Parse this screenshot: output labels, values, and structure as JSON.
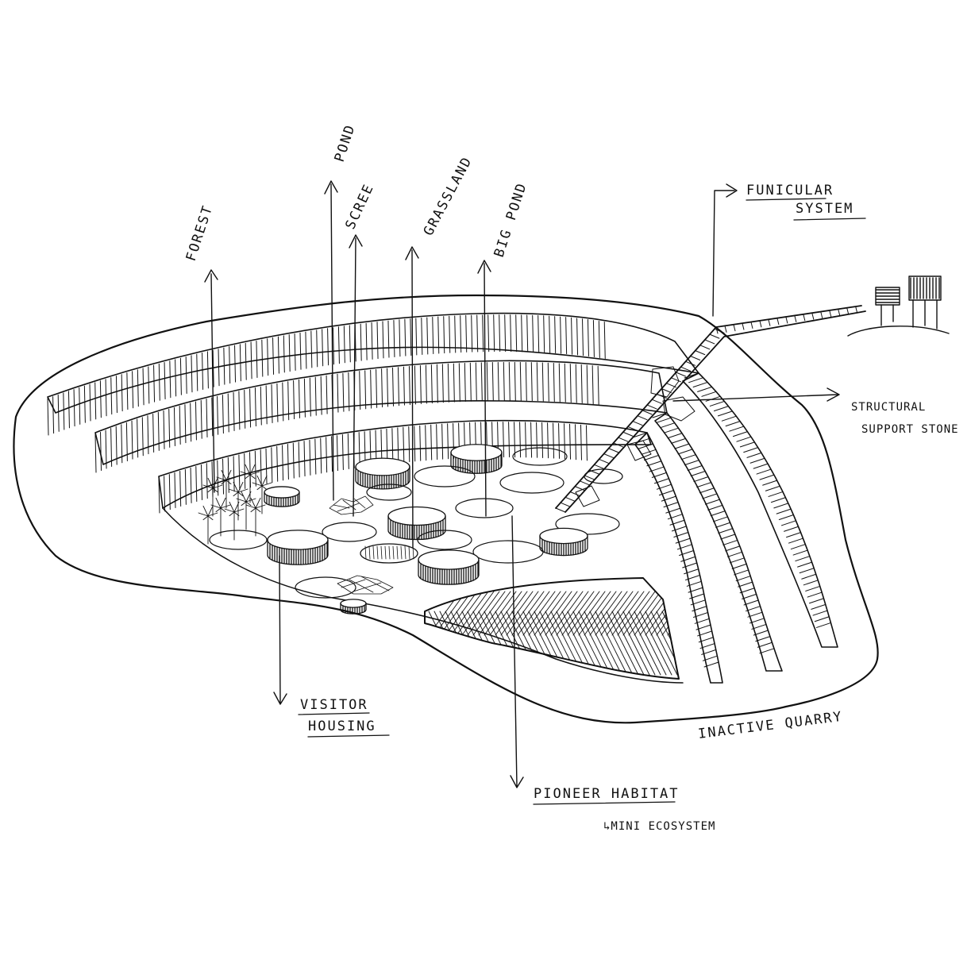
{
  "diagram": {
    "labels": {
      "forest": "FOREST",
      "pond": "POND",
      "scree": "SCREE",
      "grassland": "GRASSLAND",
      "big_pond": "BIG POND",
      "funicular_line1": "FUNICULAR",
      "funicular_line2": "SYSTEM",
      "structural_line1": "STRUCTURAL",
      "structural_line2": "SUPPORT STONE",
      "visitor_line1": "VISITOR",
      "visitor_line2": "HOUSING",
      "inactive_quarry": "INACTIVE QUARRY",
      "pioneer_habitat": "PIONEER HABITAT",
      "mini_ecosystem": "↳MINI ECOSYSTEM"
    },
    "colors": {
      "ink": "#111111",
      "paper": "#ffffff"
    }
  }
}
